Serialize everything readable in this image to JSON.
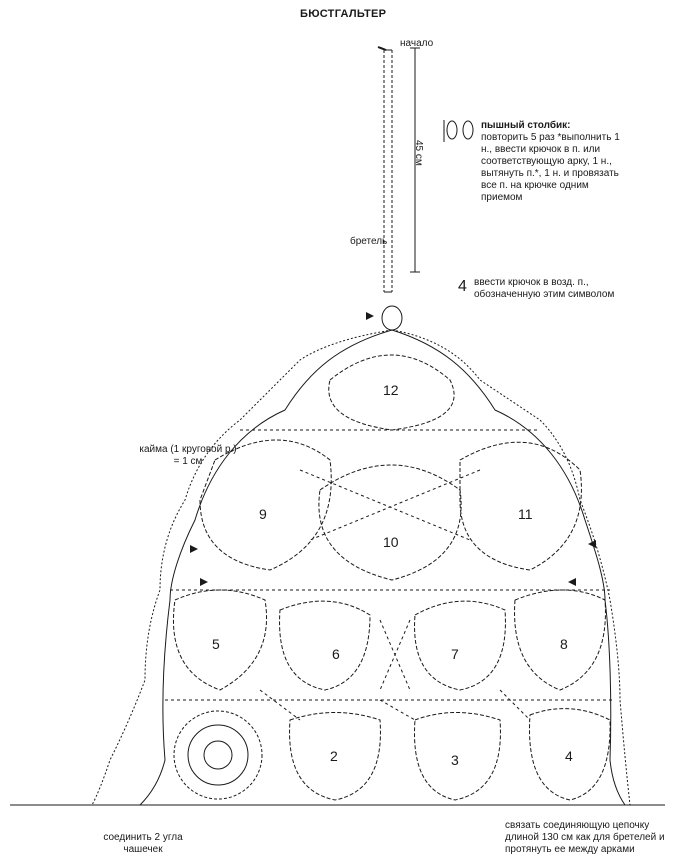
{
  "title": "БЮСТГАЛЬТЕР",
  "labels": {
    "start": "начало",
    "length": "45 см",
    "strap": "бретель",
    "puff_title": "пышный столбик:",
    "puff_text": "повторить 5 раз *выполнить 1 н., ввести крючок в п. или соответствующую арку, 1 н., вытянуть п.*, 1 н. и провязать все п. на крючке одним приемом",
    "insert_num": "4",
    "insert_text": "ввести крючок в возд. п., обозначенную этим символом",
    "border": "кайма (1 круговой р.) = 1 см",
    "join": "соединить 2 угла чашечек",
    "tie": "связать соединяющую цепочку длиной 130 см как для бретелей и протянуть ее между арками"
  },
  "motifs": [
    "2",
    "3",
    "4",
    "5",
    "6",
    "7",
    "8",
    "9",
    "10",
    "11",
    "12"
  ],
  "colors": {
    "ink": "#1a1a1a",
    "paper": "#ffffff"
  }
}
